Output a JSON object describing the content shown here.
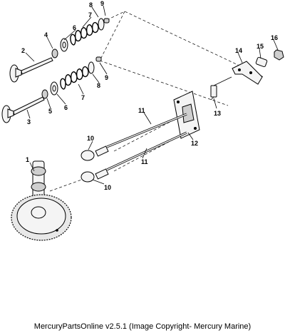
{
  "callouts": {
    "c1": "1",
    "c2": "2",
    "c3": "3",
    "c4": "4",
    "c5": "5",
    "c6a": "6",
    "c6b": "6",
    "c7a": "7",
    "c7b": "7",
    "c8a": "8",
    "c8b": "8",
    "c9a": "9",
    "c9b": "9",
    "c10a": "10",
    "c10b": "10",
    "c11a": "11",
    "c11b": "11",
    "c12": "12",
    "c13": "13",
    "c14": "14",
    "c15": "15",
    "c16": "16"
  },
  "footer": {
    "text": "MercuryPartsOnline v2.5.1 (Image Copyright- Mercury Marine)"
  }
}
